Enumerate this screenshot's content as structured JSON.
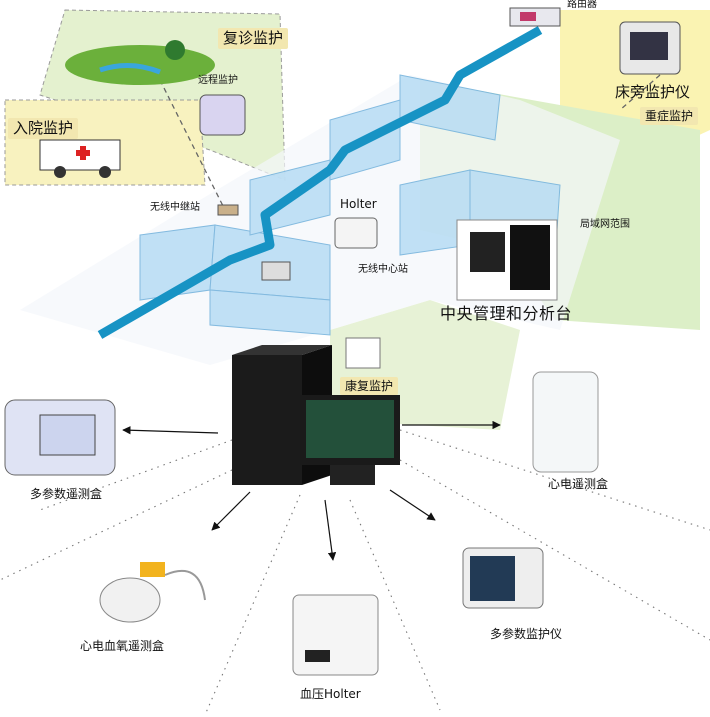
{
  "labels": {
    "router": "路由器",
    "revisit": "复诊监护",
    "remote": "远程监护",
    "admission": "入院监护",
    "bedside": "床旁监护仪",
    "icu": "重症监护",
    "wireless_relay": "无线中继站",
    "holter": "Holter",
    "lan_range": "局域网范围",
    "wireless_center": "无线中心站",
    "central": "中央管理和分析台",
    "rehab": "康复监护",
    "multi_param_box": "多参数遥测盒",
    "ecg_box": "心电遥测盒",
    "ecg_spo2_box": "心电血氧遥测盒",
    "bp_holter": "血压Holter",
    "multi_param_monitor": "多参数监护仪"
  },
  "colors": {
    "network_line": "#1793c4",
    "room_fill": "#b7dcf4",
    "zone_green": "#d9efc6",
    "zone_yellow": "#fbf3b3",
    "tag_fill": "#f2e7b0"
  }
}
